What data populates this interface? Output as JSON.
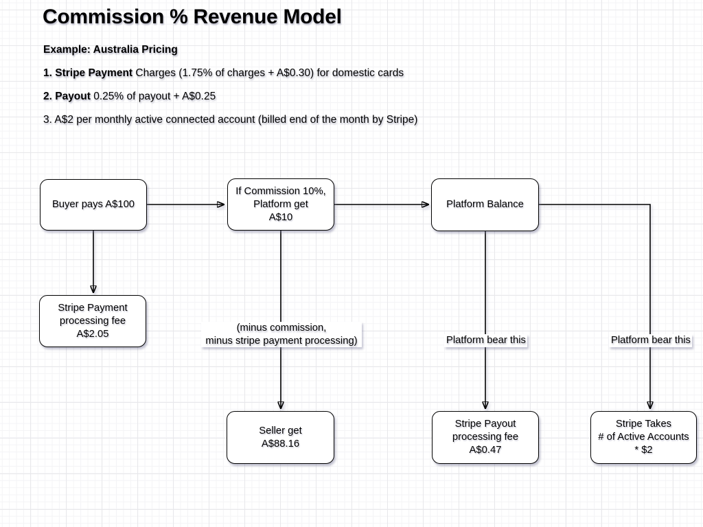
{
  "title": "Commission % Revenue Model",
  "notes": {
    "subtitle": "Example: Australia Pricing",
    "items": [
      {
        "bold": "1. Stripe Payment",
        "rest": " Charges (1.75% of charges + A$0.30) for domestic cards"
      },
      {
        "bold": "2. Payout",
        "rest": " 0.25% of payout + A$0.25"
      },
      {
        "bold": "",
        "rest": "3. A$2 per monthly active connected account (billed end of the month by Stripe)"
      }
    ]
  },
  "nodes": {
    "buyer": [
      "Buyer pays A$100"
    ],
    "commission": [
      "If Commission 10%,",
      "Platform get",
      "A$10"
    ],
    "platform_balance": [
      "Platform Balance"
    ],
    "stripe_payment_fee": [
      "Stripe Payment",
      "processing fee",
      "A$2.05"
    ],
    "seller": [
      "Seller get",
      "A$88.16"
    ],
    "stripe_payout_fee": [
      "Stripe Payout",
      "processing fee",
      "A$0.47"
    ],
    "stripe_takes": [
      "Stripe Takes",
      "# of  Active Accounts",
      "* $2"
    ]
  },
  "labels": {
    "minus": [
      "(minus commission,",
      "minus stripe payment processing)"
    ],
    "platform_bear_1": "Platform bear this",
    "platform_bear_2": "Platform bear this"
  },
  "colors": {
    "box_fill": "#ffffff",
    "box_border": "#000000",
    "connector": "#000000",
    "text": "#000000",
    "grid_minor": "#f4f4f6",
    "grid_major": "#e8e8eb",
    "bg": "#ffffff"
  }
}
